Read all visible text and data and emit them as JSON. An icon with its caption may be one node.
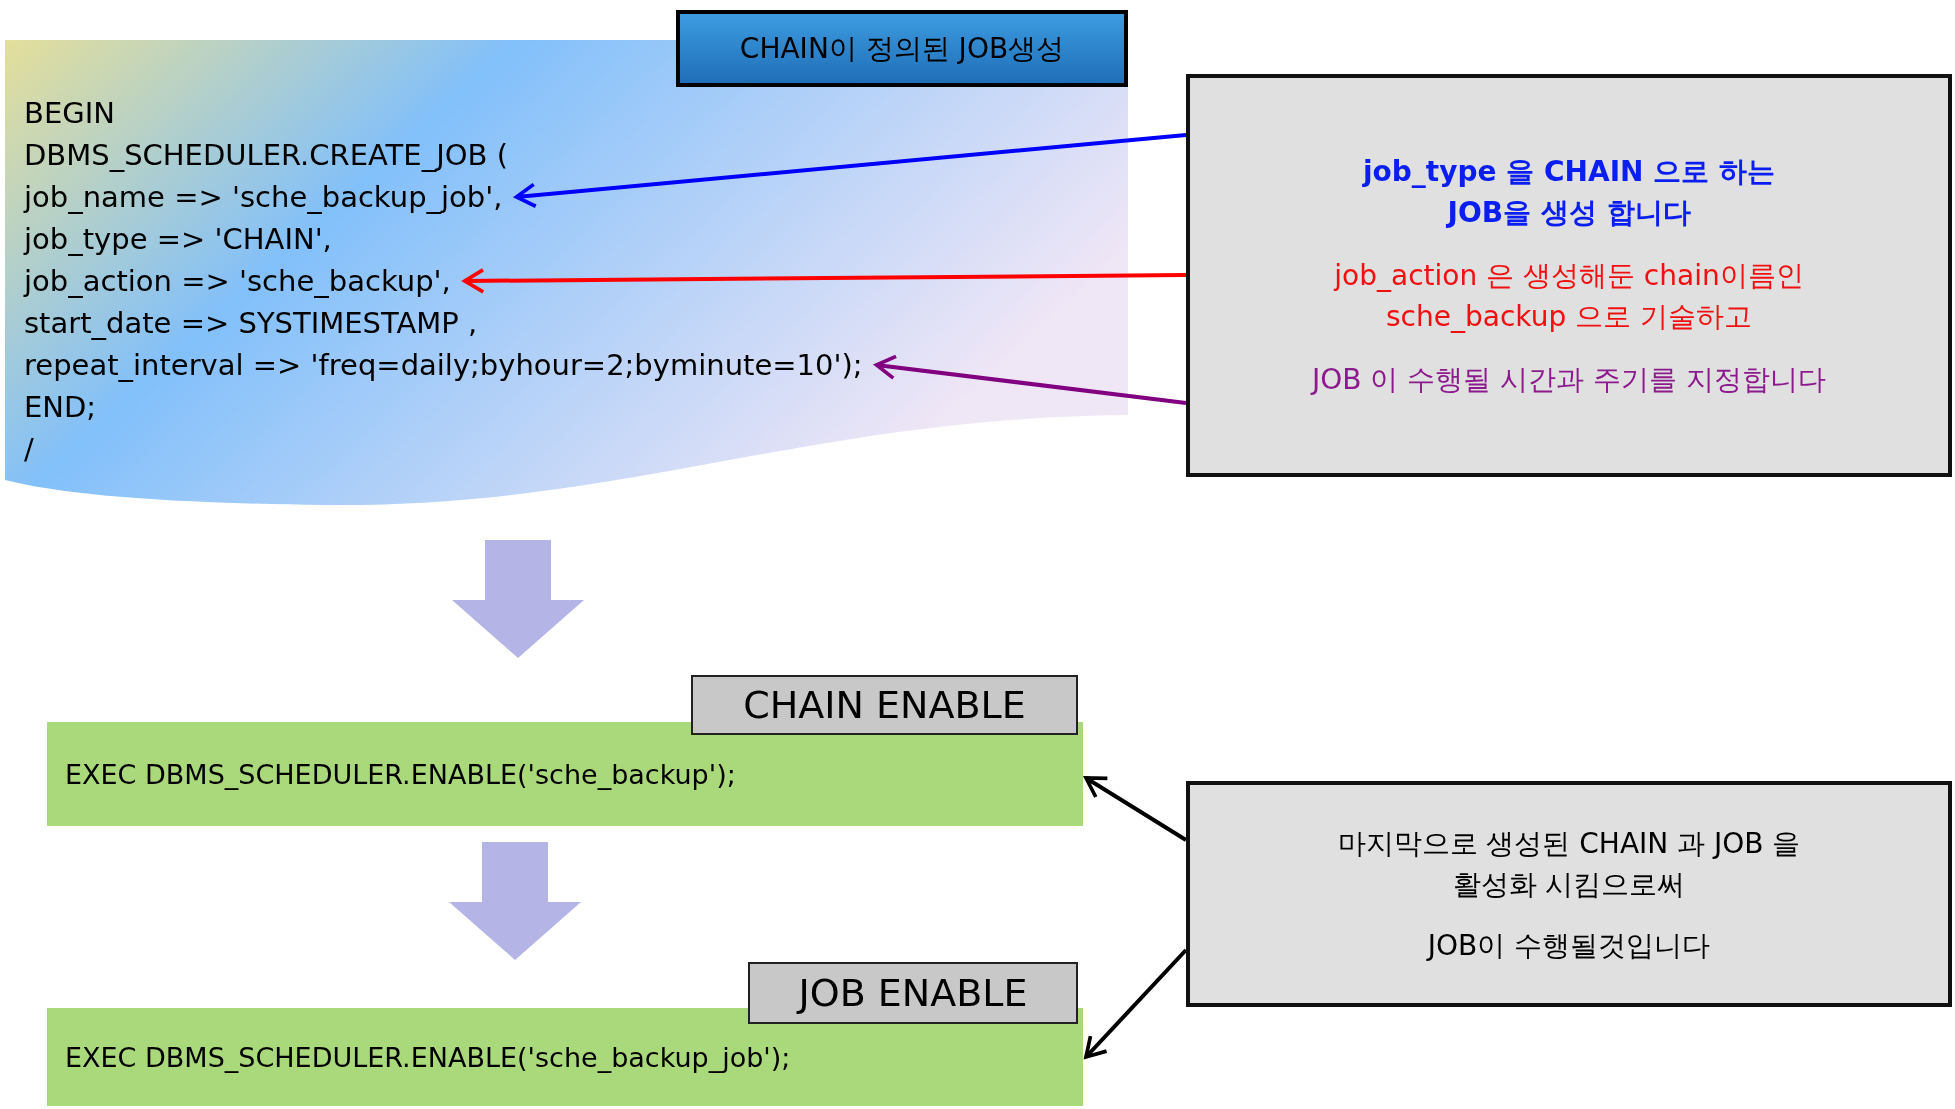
{
  "diagram": {
    "nodes": [
      {
        "text": [
          "CHAIN이 정의된 JOB생성"
        ]
      },
      {
        "text": [],
        "shape": "box"
      },
      {
        "text": [
          "BEGIN"
        ],
        "in": 1
      },
      {
        "text": [
          "DBMS_SCHEDULER.CREATE_JOB ("
        ],
        "in": 1
      },
      {
        "text": [
          "job_name => 'sche_backup_job',"
        ],
        "in": 1
      },
      {
        "text": [
          "job_type => 'CHAIN',"
        ],
        "in": 1
      },
      {
        "text": [
          "job_action => 'sche_backup',"
        ],
        "in": 1
      },
      {
        "text": [
          "start_date => SYSTIMESTAMP ,"
        ],
        "in": 1
      },
      {
        "text": [
          "repeat_interval => 'freq=daily;byhour=2;byminute=10');"
        ],
        "in": 1
      },
      {
        "text": [
          "END;"
        ],
        "in": 1
      },
      {
        "text": [
          "/"
        ],
        "in": 1
      },
      {
        "text": [
          "job_type 을 CHAIN 으로 하는 JOB을 생성 합니다",
          "job_action 은 생성해둔 chain이름인 sche_backup 으로 기술하고",
          "JOB 이 수행될 시간과 주기를 지정합니다"
        ]
      },
      {
        "text": [
          "CHAIN ENABLE"
        ]
      },
      {
        "text": [
          "EXEC DBMS_SCHEDULER.ENABLE('sche_backup');"
        ]
      },
      {
        "text": [
          "JOB ENABLE"
        ]
      },
      {
        "text": [
          "EXEC DBMS_SCHEDULER.ENABLE('sche_backup_job');"
        ]
      },
      {
        "text": [
          "마지막으로 생성된 CHAIN 과 JOB 을 활성화 시킴으로써",
          "JOB이 수행될것입니다"
        ]
      }
    ],
    "edges": [
      {
        "from": 11,
        "to": 4,
        "arrow": "to",
        "color": "#0000ff"
      },
      {
        "from": 11,
        "to": 6,
        "arrow": "to",
        "color": "#ff0000"
      },
      {
        "from": 11,
        "to": 8,
        "arrow": "to",
        "color": "#800080"
      },
      {
        "from": 1,
        "to": 13,
        "arrow": "to",
        "style": "thick",
        "color": "#b4b4e6"
      },
      {
        "from": 13,
        "to": 15,
        "arrow": "to",
        "style": "thick",
        "color": "#b4b4e6"
      },
      {
        "from": 16,
        "to": 13,
        "arrow": "to"
      },
      {
        "from": 16,
        "to": 15,
        "arrow": "to"
      }
    ]
  }
}
